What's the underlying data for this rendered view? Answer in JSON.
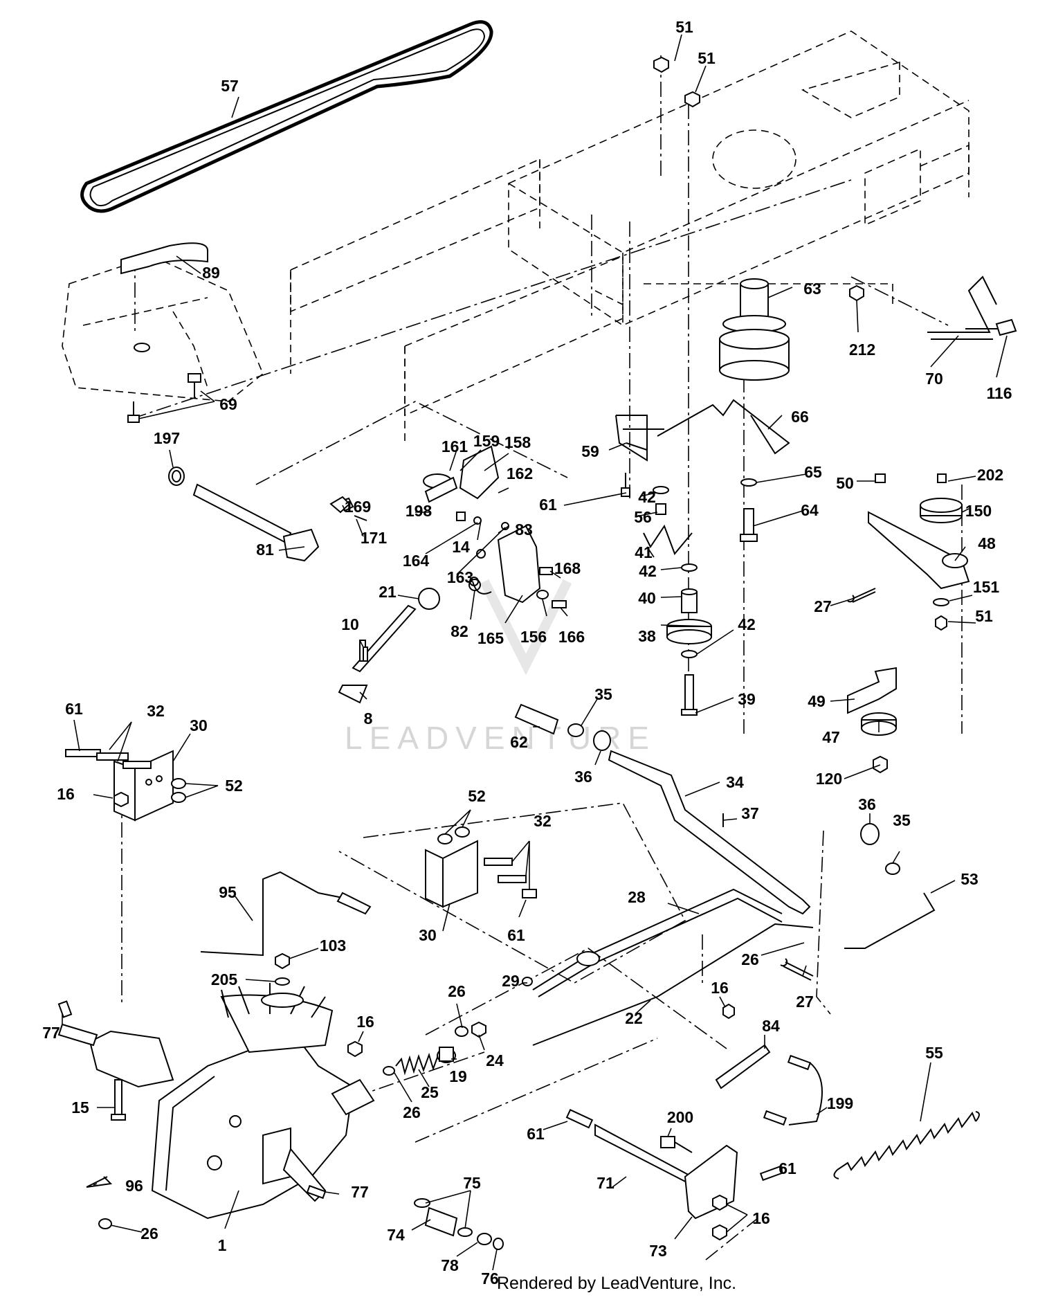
{
  "credit": "Rendered by LeadVenture, Inc.",
  "watermark": "LEADVENTURE",
  "part_labels": [
    "57",
    "51",
    "51",
    "89",
    "63",
    "212",
    "70",
    "116",
    "69",
    "197",
    "161",
    "159",
    "158",
    "59",
    "66",
    "65",
    "50",
    "202",
    "150",
    "198",
    "162",
    "169",
    "61",
    "42",
    "56",
    "64",
    "48",
    "171",
    "83",
    "81",
    "164",
    "14",
    "41",
    "42",
    "163",
    "168",
    "40",
    "27",
    "151",
    "51",
    "21",
    "10",
    "82",
    "165",
    "156",
    "166",
    "38",
    "42",
    "8",
    "39",
    "49",
    "61",
    "32",
    "30",
    "35",
    "47",
    "16",
    "52",
    "62",
    "36",
    "34",
    "120",
    "52",
    "37",
    "36",
    "35",
    "32",
    "95",
    "53",
    "28",
    "30",
    "61",
    "103",
    "26",
    "205",
    "26",
    "27",
    "29",
    "22",
    "16",
    "77",
    "16",
    "84",
    "24",
    "19",
    "55",
    "25",
    "26",
    "199",
    "15",
    "200",
    "61",
    "61",
    "71",
    "96",
    "75",
    "77",
    "26",
    "74",
    "73",
    "16",
    "1",
    "78",
    "76"
  ]
}
